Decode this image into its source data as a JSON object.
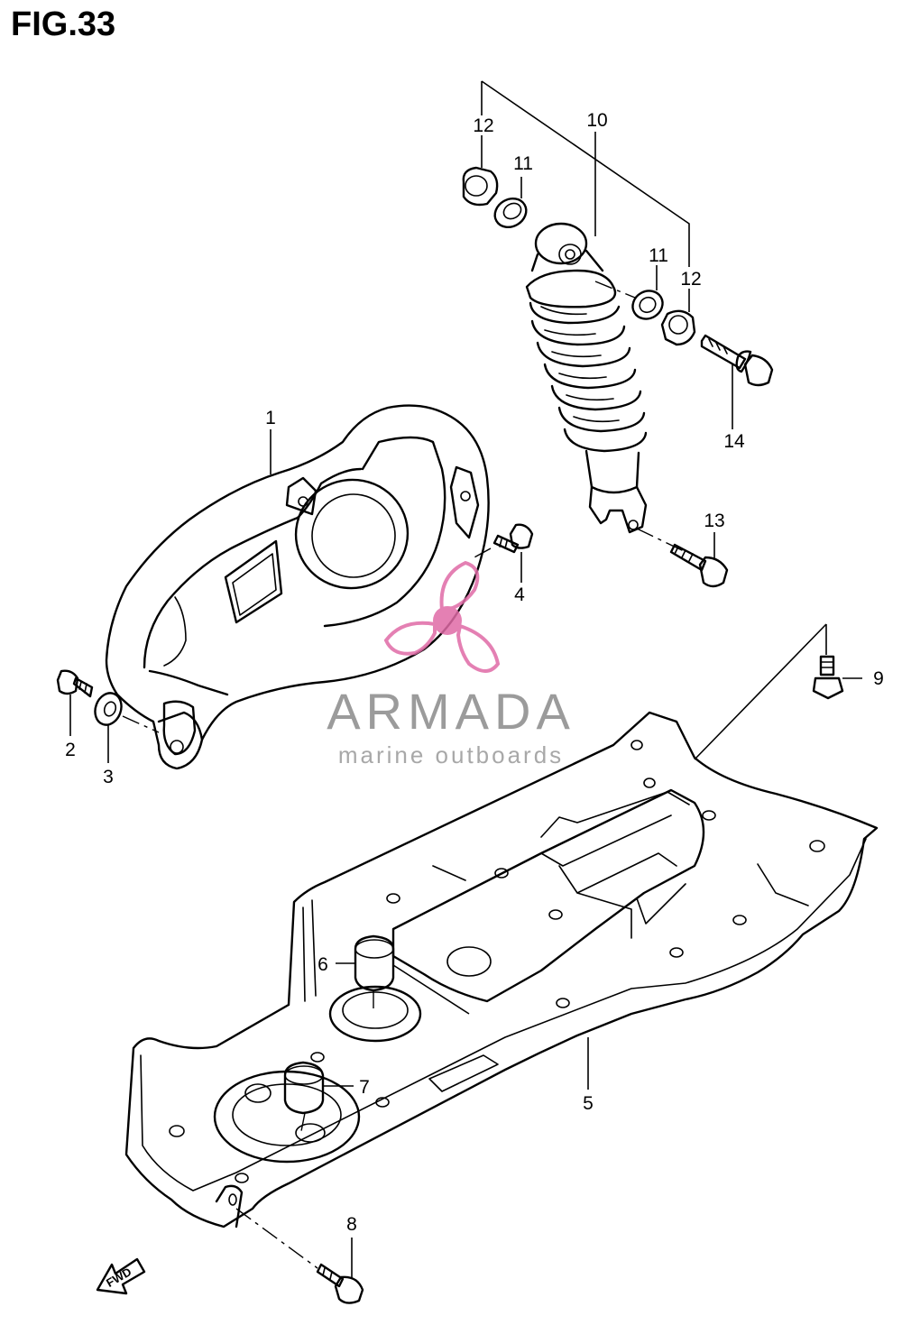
{
  "figure": {
    "title": "FIG.33"
  },
  "watermark": {
    "brand": "ARMADA",
    "tagline": "marine outboards",
    "logo_color": "#e06aa6",
    "text_color": "#8a8a8a"
  },
  "direction_badge": {
    "label": "FWD"
  },
  "callouts": [
    {
      "id": "1",
      "label": "1"
    },
    {
      "id": "2",
      "label": "2"
    },
    {
      "id": "3",
      "label": "3"
    },
    {
      "id": "4",
      "label": "4"
    },
    {
      "id": "5",
      "label": "5"
    },
    {
      "id": "6",
      "label": "6"
    },
    {
      "id": "7",
      "label": "7"
    },
    {
      "id": "8",
      "label": "8"
    },
    {
      "id": "9",
      "label": "9"
    },
    {
      "id": "10",
      "label": "10"
    },
    {
      "id": "11a",
      "label": "11"
    },
    {
      "id": "11b",
      "label": "11"
    },
    {
      "id": "12a",
      "label": "12"
    },
    {
      "id": "12b",
      "label": "12"
    },
    {
      "id": "13",
      "label": "13"
    },
    {
      "id": "14",
      "label": "14"
    }
  ]
}
